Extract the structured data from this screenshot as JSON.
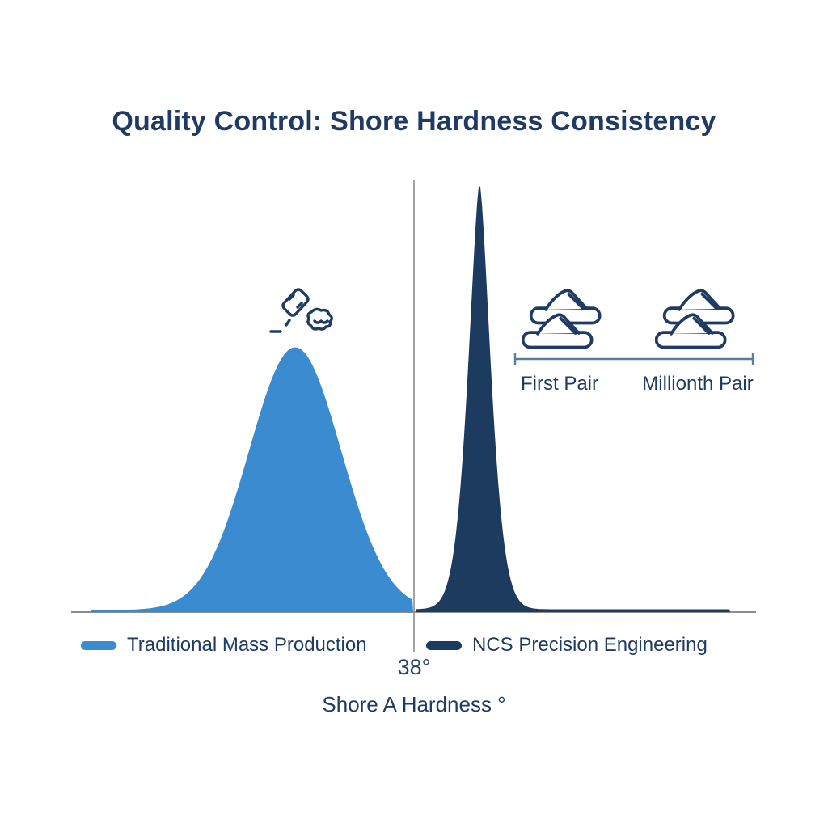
{
  "title": "Quality Control: Shore Hardness Consistency",
  "colors": {
    "navy_text": "#1f3b64",
    "traditional_blue": "#3a8bd0",
    "ncs_navy": "#1d3a5f",
    "axis_gray": "#8d8d8d",
    "range_line": "#5b7da0"
  },
  "legend": {
    "items": [
      {
        "label": "Traditional Mass Production",
        "color": "#3a8bd0"
      },
      {
        "label": "NCS Precision Engineering",
        "color": "#1d3a5f"
      }
    ]
  },
  "x_axis": {
    "marked_value_label": "38°",
    "axis_title": "Shore A Hardness °"
  },
  "pair_annotation": {
    "first_label": "First Pair",
    "second_label": "Millionth Pair",
    "icon": "slippers-pair-outline"
  },
  "defect_annotation": {
    "icon": "crumbled-pieces-scatter"
  },
  "chart_data": {
    "type": "area",
    "title": "Quality Control: Shore Hardness Consistency",
    "xlabel": "Shore A Hardness °",
    "x_marked_value": "38°",
    "grid": false,
    "legend_position": "bottom",
    "baseline_y": 757,
    "axis": {
      "x_start": 88,
      "x_end": 935,
      "divider_x": 512,
      "divider_top": 222,
      "divider_bottom": 806
    },
    "series": [
      {
        "name": "Traditional Mass Production",
        "color": "#3a8bd0",
        "description": "wide bell curve centered below the 38° target (high hardness variation)",
        "center_x": 365,
        "peak_h": 325,
        "sigma": 57,
        "power": 2,
        "tail_h": 2.5,
        "x_start": 112,
        "x_end": 511
      },
      {
        "name": "NCS Precision Engineering",
        "color": "#1d3a5f",
        "description": "very narrow spike centered at the 38° target (consistent hardness)",
        "center_x": 593,
        "peak_h": 528,
        "sigma": 13,
        "power": 1.54,
        "tail_h": 3.5,
        "x_start": 514,
        "x_end": 903
      }
    ]
  }
}
